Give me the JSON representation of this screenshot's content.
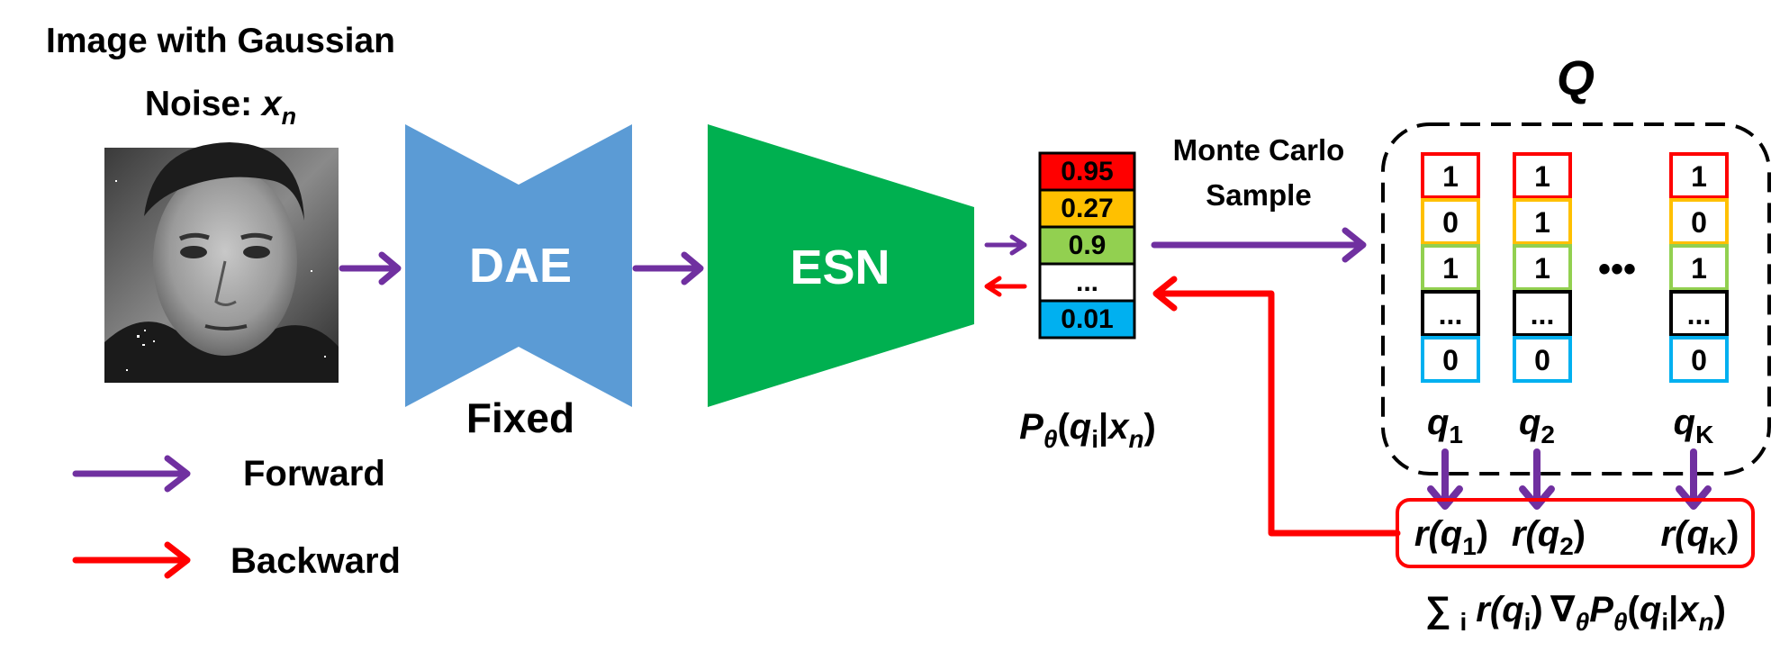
{
  "input": {
    "title_line1": "Image with Gaussian",
    "title_line2": "Noise: ",
    "var": "x",
    "var_sub": "n"
  },
  "dae": {
    "label": "DAE",
    "caption": "Fixed",
    "color": "#5b9bd5"
  },
  "esn": {
    "label": "ESN",
    "color": "#00b050"
  },
  "prob_vector": {
    "values": [
      "0.95",
      "0.27",
      "0.9",
      "...",
      "0.01"
    ],
    "colors": [
      "#ff0000",
      "#ffc000",
      "#92d050",
      "#ffffff",
      "#00b0f0"
    ]
  },
  "prob_label": {
    "P": "P",
    "theta": "θ",
    "open": "(",
    "q": "q",
    "q_sub": "i",
    "bar": "|",
    "x": "x",
    "x_sub": "n",
    "close": ")"
  },
  "monte_carlo": {
    "line1": "Monte Carlo",
    "line2": "Sample"
  },
  "Q": {
    "title": "Q",
    "ellipsis": "•••",
    "border_colors": [
      "#ff0000",
      "#ffc000",
      "#92d050",
      "#000000",
      "#00b0f0"
    ],
    "samples": [
      {
        "values": [
          "1",
          "0",
          "1",
          "...",
          "0"
        ],
        "label": "q",
        "sub": "1"
      },
      {
        "values": [
          "1",
          "1",
          "1",
          "...",
          "0"
        ],
        "label": "q",
        "sub": "2"
      },
      {
        "values": [
          "1",
          "0",
          "1",
          "...",
          "0"
        ],
        "label": "q",
        "sub": "K"
      }
    ]
  },
  "rewards": {
    "items": [
      {
        "r": "r(",
        "q": "q",
        "sub": "1",
        "close": ")"
      },
      {
        "r": "r(",
        "q": "q",
        "sub": "2",
        "close": ")"
      },
      {
        "r": "r(",
        "q": "q",
        "sub": "K",
        "close": ")"
      }
    ],
    "box_color": "#ff0000"
  },
  "gradient": {
    "sum": "∑",
    "sum_sub": "i",
    "r": "r(",
    "q": "q",
    "q_sub": "i",
    "close": ")",
    "nabla": "∇",
    "theta": "θ",
    "P": "P",
    "theta2": "θ",
    "open": "(",
    "q2": "q",
    "q2_sub": "i",
    "bar": "|",
    "x": "x",
    "x_sub": "n",
    "close2": ")"
  },
  "legend": {
    "forward_label": "Forward",
    "backward_label": "Backward",
    "forward_color": "#7030a0",
    "backward_color": "#ff0000"
  }
}
